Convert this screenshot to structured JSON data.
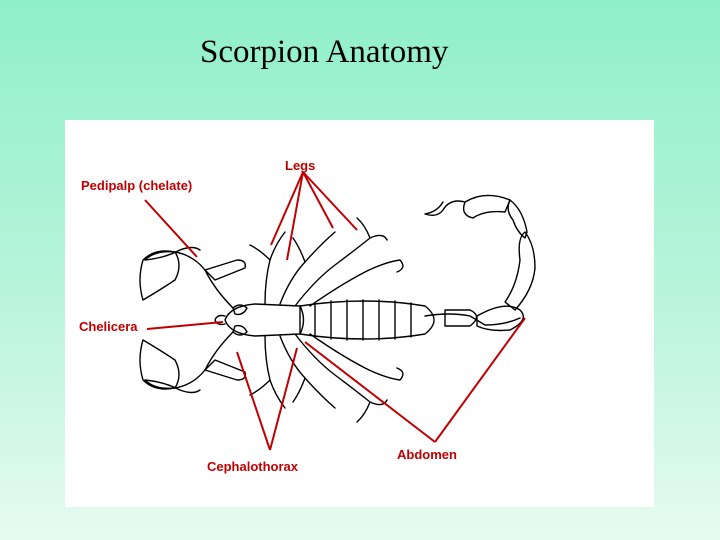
{
  "slide": {
    "title": "Scorpion Anatomy"
  },
  "diagram": {
    "labels": {
      "legs": "Legs",
      "pedipalp": "Pedipalp (chelate)",
      "chelicera": "Chelicera",
      "cephalothorax": "Cephalothorax",
      "abdomen": "Abdomen"
    }
  },
  "colors": {
    "label_color": "#c00000",
    "background_top": "#8ff0c8",
    "background_bottom": "#e6fbf1",
    "figure_background": "#ffffff"
  }
}
